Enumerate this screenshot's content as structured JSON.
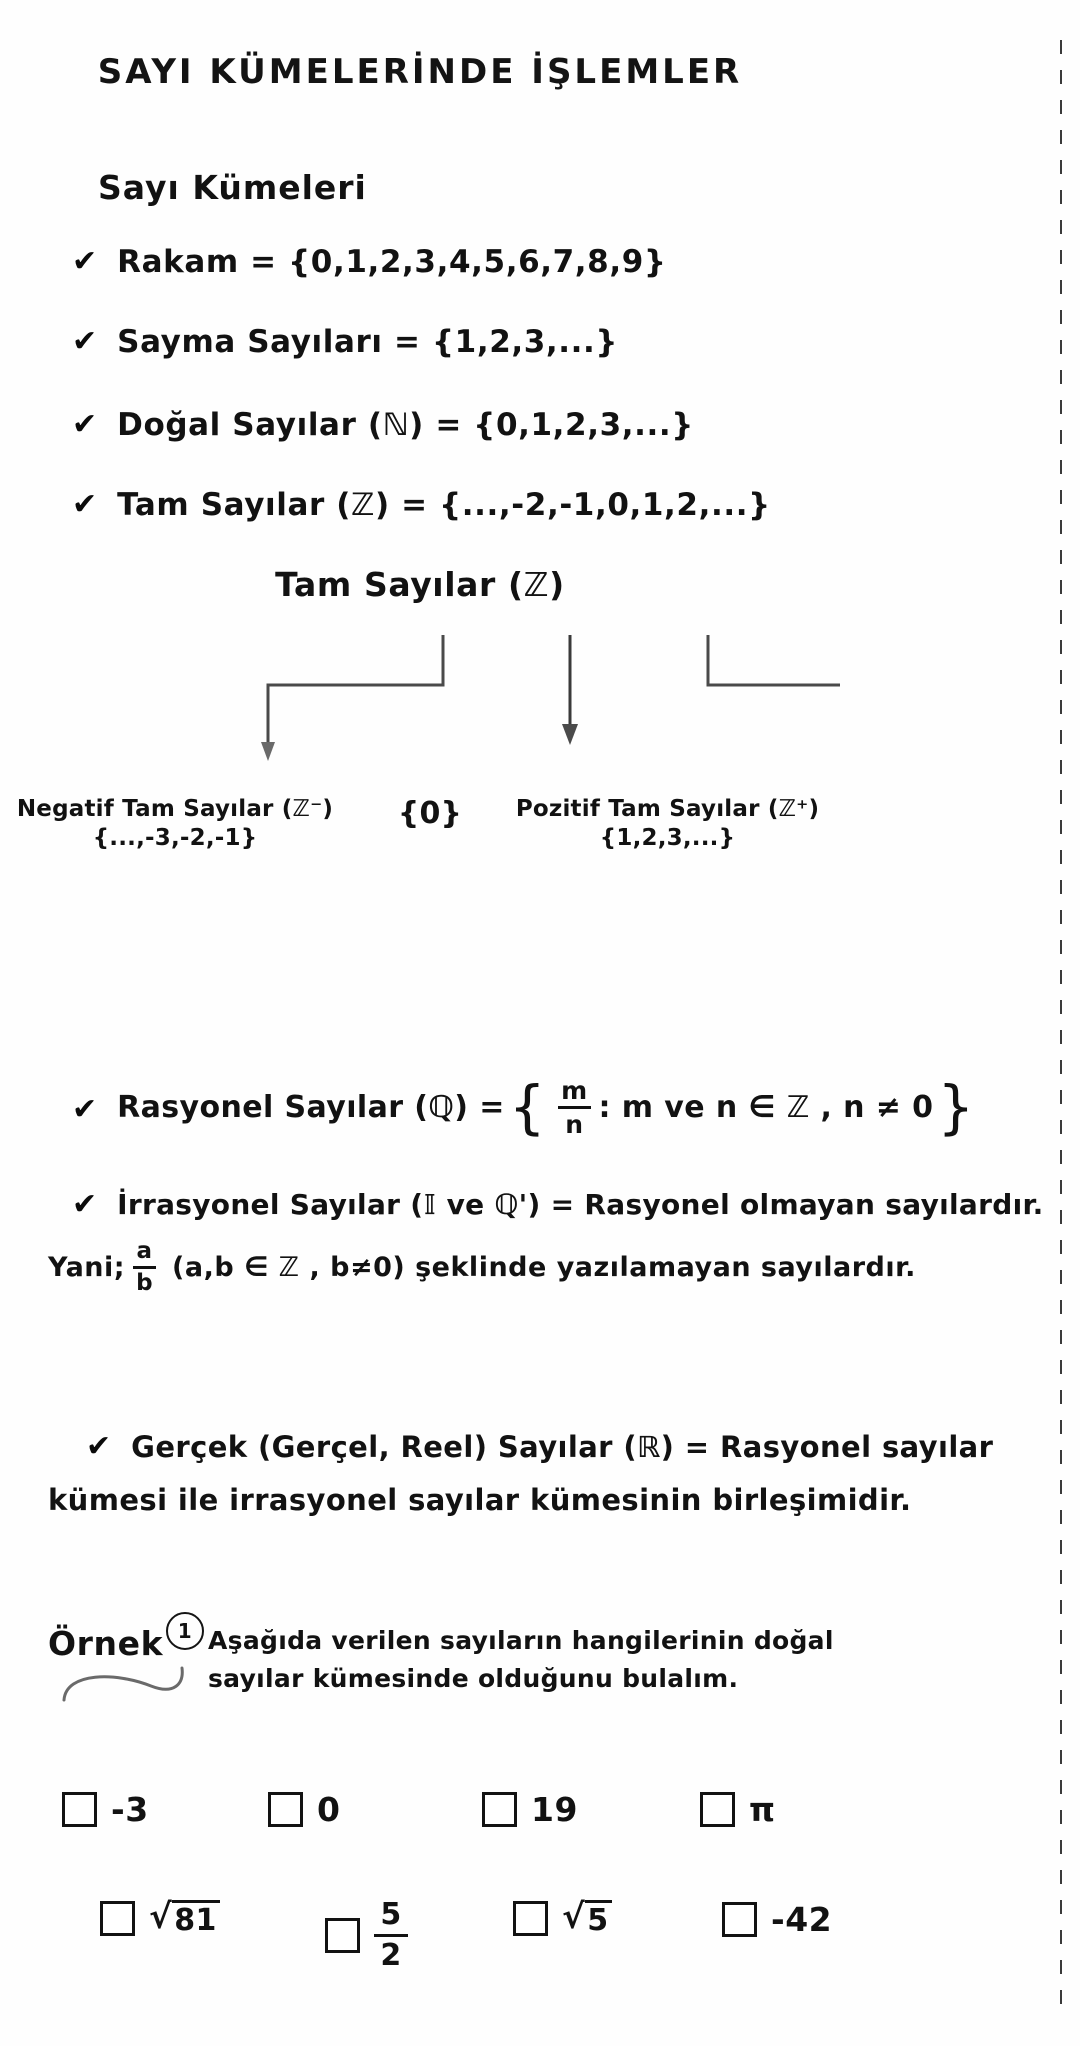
{
  "document": {
    "title": "SAYI KÜMELERİNDE İŞLEMLER",
    "section_heading": "Sayı Kümeleri"
  },
  "icons": {
    "check": "✔"
  },
  "sets": [
    {
      "label": "Rakam = {0,1,2,3,4,5,6,7,8,9}"
    },
    {
      "label": "Sayma Sayıları = {1,2,3,...}"
    },
    {
      "label": "Doğal Sayılar (ℕ) = {0,1,2,3,...}"
    },
    {
      "label": "Tam Sayılar (ℤ) = {...,-2,-1,0,1,2,...}"
    }
  ],
  "tree": {
    "root": "Tam Sayılar (ℤ)",
    "branches": [
      {
        "title": "Negatif Tam Sayılar (ℤ⁻)",
        "set": "{...,-3,-2,-1}"
      },
      {
        "title": "{0}",
        "set": ""
      },
      {
        "title": "Pozitif Tam Sayılar (ℤ⁺)",
        "set": "{1,2,3,...}"
      }
    ]
  },
  "rational": {
    "lead": "Rasyonel Sayılar (ℚ) = ",
    "open_brace": "{",
    "numerator": "m",
    "denominator": "n",
    "condition": ": m ve n ∈ ℤ , n ≠ 0",
    "close_brace": "}"
  },
  "irrational": {
    "line1": "İrrasyonel Sayılar (𝕀 ve ℚ') = Rasyonel olmayan sayılardır.",
    "line2_prefix": "Yani;",
    "numerator": "a",
    "denominator": "b",
    "line2_suffix": "(a,b ∈ ℤ , b≠0) şeklinde yazılamayan sayılardır."
  },
  "real": {
    "line1": "Gerçek (Gerçel, Reel) Sayılar (ℝ) = Rasyonel sayılar",
    "line2": "kümesi ile irrasyonel sayılar kümesinin birleşimidir."
  },
  "example": {
    "word": "Örnek",
    "number": "1",
    "question": "Aşağıda verilen sayıların hangilerinin doğal sayılar kümesinde olduğunu bulalım."
  },
  "choices": {
    "row1": [
      {
        "type": "plain",
        "text": "-3"
      },
      {
        "type": "plain",
        "text": "0"
      },
      {
        "type": "plain",
        "text": "19"
      },
      {
        "type": "plain",
        "text": "π"
      }
    ],
    "row2": [
      {
        "type": "sqrt",
        "text": "81"
      },
      {
        "type": "fraction",
        "numerator": "5",
        "denominator": "2"
      },
      {
        "type": "sqrt",
        "text": "5"
      },
      {
        "type": "plain",
        "text": "-42"
      }
    ]
  },
  "colors": {
    "ink": "#121212",
    "paper": "#ffffff",
    "pencil": "#555555"
  }
}
